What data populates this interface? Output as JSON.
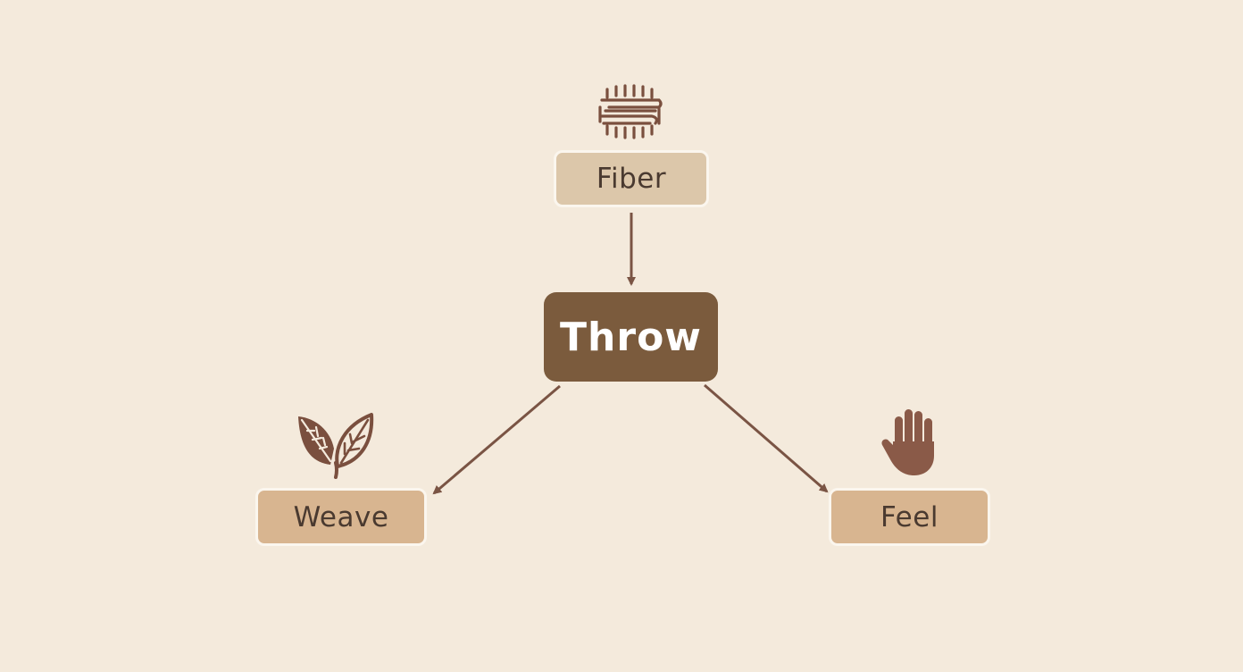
{
  "diagram": {
    "center": {
      "label": "Throw"
    },
    "nodes": [
      {
        "id": "fiber",
        "label": "Fiber",
        "icon": "fiber-icon"
      },
      {
        "id": "weave",
        "label": "Weave",
        "icon": "leaf-icon"
      },
      {
        "id": "feel",
        "label": "Feel",
        "icon": "hand-icon"
      }
    ],
    "edges": [
      {
        "from": "Fiber",
        "to": "Throw"
      },
      {
        "from": "Throw",
        "to": "Weave"
      },
      {
        "from": "Throw",
        "to": "Feel"
      }
    ]
  },
  "colors": {
    "background": "#f4eadc",
    "center_fill": "#7b5b3d",
    "fiber_fill": "#dcc7aa",
    "side_fill": "#d8b590",
    "arrow": "#7a5444",
    "icon": "#7a4f3e"
  }
}
